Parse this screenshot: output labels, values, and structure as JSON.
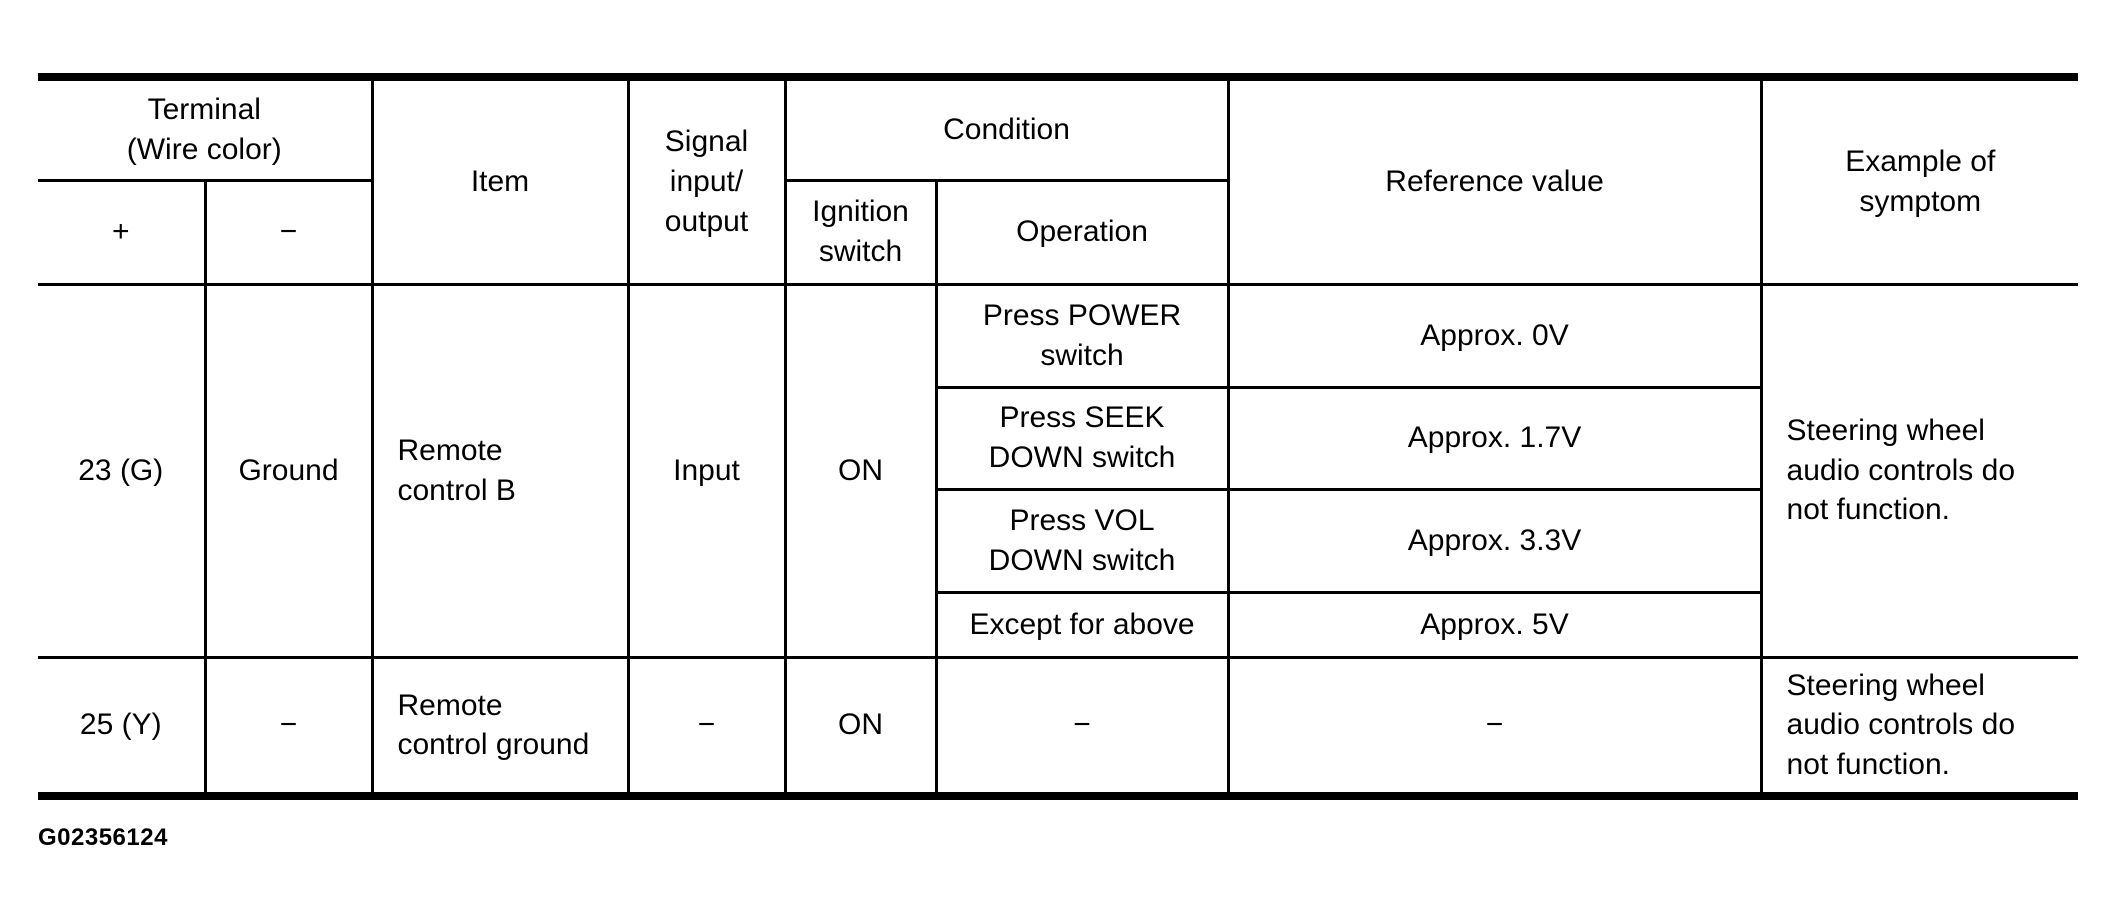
{
  "figure_id": "G02356124",
  "table": {
    "header": {
      "terminal": "Terminal\n(Wire color)",
      "plus": "+",
      "minus": "−",
      "item": "Item",
      "signal": "Signal\ninput/\noutput",
      "condition": "Condition",
      "ignition_switch": "Ignition\nswitch",
      "operation": "Operation",
      "reference_value": "Reference value",
      "example_of_symptom": "Example of\nsymptom"
    },
    "rows": [
      {
        "terminal_plus": "23 (G)",
        "terminal_minus": "Ground",
        "item": "Remote\ncontrol B",
        "signal": "Input",
        "ignition_switch": "ON",
        "conditions": [
          {
            "operation": "Press POWER\nswitch",
            "reference_value": "Approx. 0V"
          },
          {
            "operation": "Press SEEK\nDOWN switch",
            "reference_value": "Approx. 1.7V"
          },
          {
            "operation": "Press VOL\nDOWN switch",
            "reference_value": "Approx. 3.3V"
          },
          {
            "operation": "Except for above",
            "reference_value": "Approx. 5V"
          }
        ],
        "example_of_symptom": "Steering wheel\naudio controls do\nnot function."
      },
      {
        "terminal_plus": "25 (Y)",
        "terminal_minus": "−",
        "item": "Remote\ncontrol ground",
        "signal": "−",
        "ignition_switch": "ON",
        "conditions": [
          {
            "operation": "−",
            "reference_value": "−"
          }
        ],
        "example_of_symptom": "Steering wheel\naudio controls do\nnot function."
      }
    ]
  }
}
